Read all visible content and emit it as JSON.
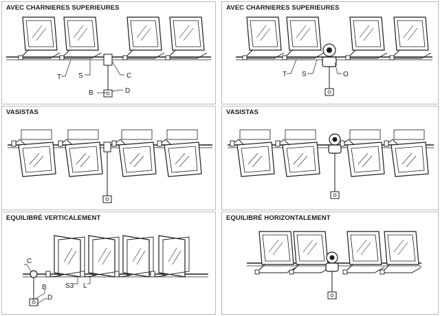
{
  "panels": [
    {
      "title": "AVEC CHARNIERES SUPERIEURES",
      "labels": [
        "T",
        "S",
        "C",
        "B",
        "D"
      ]
    },
    {
      "title": "AVEC CHARNIERES SUPERIEURES",
      "labels": [
        "T",
        "S",
        "O"
      ]
    },
    {
      "title": "VASISTAS",
      "labels": []
    },
    {
      "title": "VASISTAS",
      "labels": []
    },
    {
      "title": "EQUILIBRÉ VERTICALEMENT",
      "labels": [
        "C",
        "S3",
        "L",
        "B",
        "D"
      ]
    },
    {
      "title": "EQUILIBRÉ HORIZONTALEMENT",
      "labels": []
    }
  ],
  "colors": {
    "line": "#1a1a1a",
    "border": "#b8b8b8",
    "background": "#ffffff"
  },
  "icons": [
    "window-icon",
    "gear-motor-icon",
    "wall-plate-icon",
    "pulley-icon"
  ]
}
